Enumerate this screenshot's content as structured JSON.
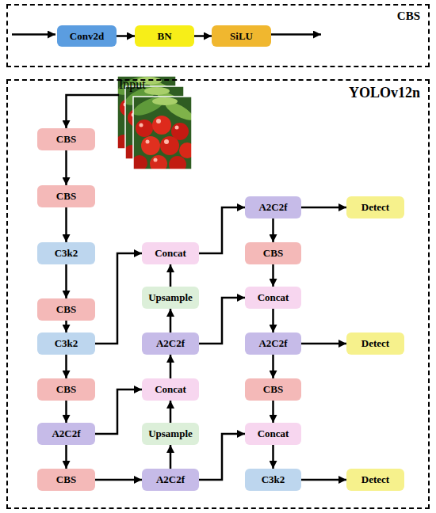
{
  "diagram": {
    "nodes": [
      {
        "text": [
          "CBS"
        ]
      },
      {
        "text": [
          "Conv2d"
        ],
        "in": 0
      },
      {
        "text": [
          "BN"
        ],
        "in": 0
      },
      {
        "text": [
          "SiLU"
        ],
        "in": 0
      },
      {
        "text": [
          "YOLOv12n"
        ]
      },
      {
        "text": [
          "Input"
        ],
        "in": 4
      },
      {
        "text": [
          "CBS"
        ],
        "in": 4
      },
      {
        "text": [
          "CBS"
        ],
        "in": 4
      },
      {
        "text": [
          "C3k2"
        ],
        "in": 4
      },
      {
        "text": [
          "CBS"
        ],
        "in": 4
      },
      {
        "text": [
          "C3k2"
        ],
        "in": 4
      },
      {
        "text": [
          "CBS"
        ],
        "in": 4
      },
      {
        "text": [
          "A2C2f"
        ],
        "in": 4
      },
      {
        "text": [
          "CBS"
        ],
        "in": 4
      },
      {
        "text": [
          "Concat"
        ],
        "in": 4
      },
      {
        "text": [
          "Upsample"
        ],
        "in": 4
      },
      {
        "text": [
          "A2C2f"
        ],
        "in": 4
      },
      {
        "text": [
          "Concat"
        ],
        "in": 4
      },
      {
        "text": [
          "Upsample"
        ],
        "in": 4
      },
      {
        "text": [
          "A2C2f"
        ],
        "in": 4
      },
      {
        "text": [
          "A2C2f"
        ],
        "in": 4
      },
      {
        "text": [
          "CBS"
        ],
        "in": 4
      },
      {
        "text": [
          "Concat"
        ],
        "in": 4
      },
      {
        "text": [
          "A2C2f"
        ],
        "in": 4
      },
      {
        "text": [
          "CBS"
        ],
        "in": 4
      },
      {
        "text": [
          "Concat"
        ],
        "in": 4
      },
      {
        "text": [
          "C3k2"
        ],
        "in": 4
      },
      {
        "text": [
          "Detect"
        ],
        "in": 4
      },
      {
        "text": [
          "Detect"
        ],
        "in": 4
      },
      {
        "text": [
          "Detect"
        ],
        "in": 4
      }
    ],
    "edges": [
      {
        "from": 1,
        "to": 2,
        "arrow": "to"
      },
      {
        "from": 2,
        "to": 3,
        "arrow": "to"
      },
      {
        "from": 5,
        "to": 6,
        "arrow": "to"
      },
      {
        "from": 6,
        "to": 7,
        "arrow": "to"
      },
      {
        "from": 7,
        "to": 8,
        "arrow": "to"
      },
      {
        "from": 8,
        "to": 9,
        "arrow": "to"
      },
      {
        "from": 9,
        "to": 10,
        "arrow": "to"
      },
      {
        "from": 10,
        "to": 11,
        "arrow": "to"
      },
      {
        "from": 11,
        "to": 12,
        "arrow": "to"
      },
      {
        "from": 12,
        "to": 13,
        "arrow": "to"
      },
      {
        "from": 13,
        "to": 19,
        "arrow": "to"
      },
      {
        "from": 19,
        "to": 18,
        "arrow": "to"
      },
      {
        "from": 18,
        "to": 17,
        "arrow": "to"
      },
      {
        "from": 12,
        "to": 17,
        "arrow": "to"
      },
      {
        "from": 17,
        "to": 16,
        "arrow": "to"
      },
      {
        "from": 16,
        "to": 15,
        "arrow": "to"
      },
      {
        "from": 15,
        "to": 14,
        "arrow": "to"
      },
      {
        "from": 10,
        "to": 14,
        "arrow": "to"
      },
      {
        "from": 14,
        "to": 20,
        "arrow": "to"
      },
      {
        "from": 20,
        "to": 27,
        "arrow": "to"
      },
      {
        "from": 20,
        "to": 21,
        "arrow": "to"
      },
      {
        "from": 21,
        "to": 22,
        "arrow": "to"
      },
      {
        "from": 16,
        "to": 22,
        "arrow": "to"
      },
      {
        "from": 22,
        "to": 23,
        "arrow": "to"
      },
      {
        "from": 23,
        "to": 28,
        "arrow": "to"
      },
      {
        "from": 23,
        "to": 24,
        "arrow": "to"
      },
      {
        "from": 24,
        "to": 25,
        "arrow": "to"
      },
      {
        "from": 19,
        "to": 25,
        "arrow": "to"
      },
      {
        "from": 25,
        "to": 26,
        "arrow": "to"
      },
      {
        "from": 26,
        "to": 29,
        "arrow": "to"
      }
    ]
  }
}
